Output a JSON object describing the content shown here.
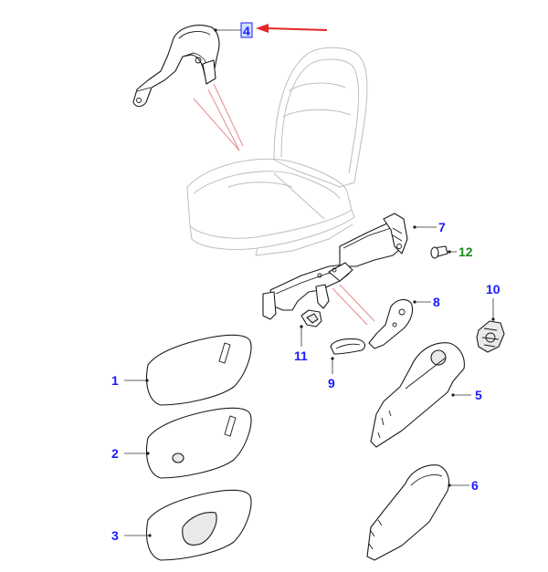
{
  "diagram": {
    "colors": {
      "callout_blue": "#1a1aff",
      "callout_green": "#1a8c1a",
      "highlight_red": "#e32626",
      "outline": "#1a1a1a",
      "ghost_seat": "#bdbdbd"
    },
    "callouts": [
      {
        "id": "c1",
        "label": "1",
        "color": "#1a1aff"
      },
      {
        "id": "c2",
        "label": "2",
        "color": "#1a1aff"
      },
      {
        "id": "c3",
        "label": "3",
        "color": "#1a1aff"
      },
      {
        "id": "c4",
        "label": "4",
        "color": "#1a1aff",
        "highlighted": true
      },
      {
        "id": "c5",
        "label": "5",
        "color": "#1a1aff"
      },
      {
        "id": "c6",
        "label": "6",
        "color": "#1a1aff"
      },
      {
        "id": "c7",
        "label": "7",
        "color": "#1a1aff"
      },
      {
        "id": "c8",
        "label": "8",
        "color": "#1a1aff"
      },
      {
        "id": "c9",
        "label": "9",
        "color": "#1a1aff"
      },
      {
        "id": "c10",
        "label": "10",
        "color": "#1a1aff"
      },
      {
        "id": "c11",
        "label": "11",
        "color": "#1a1aff"
      },
      {
        "id": "c12",
        "label": "12",
        "color": "#1a8c1a"
      }
    ],
    "highlight_arrow_target": "4"
  }
}
